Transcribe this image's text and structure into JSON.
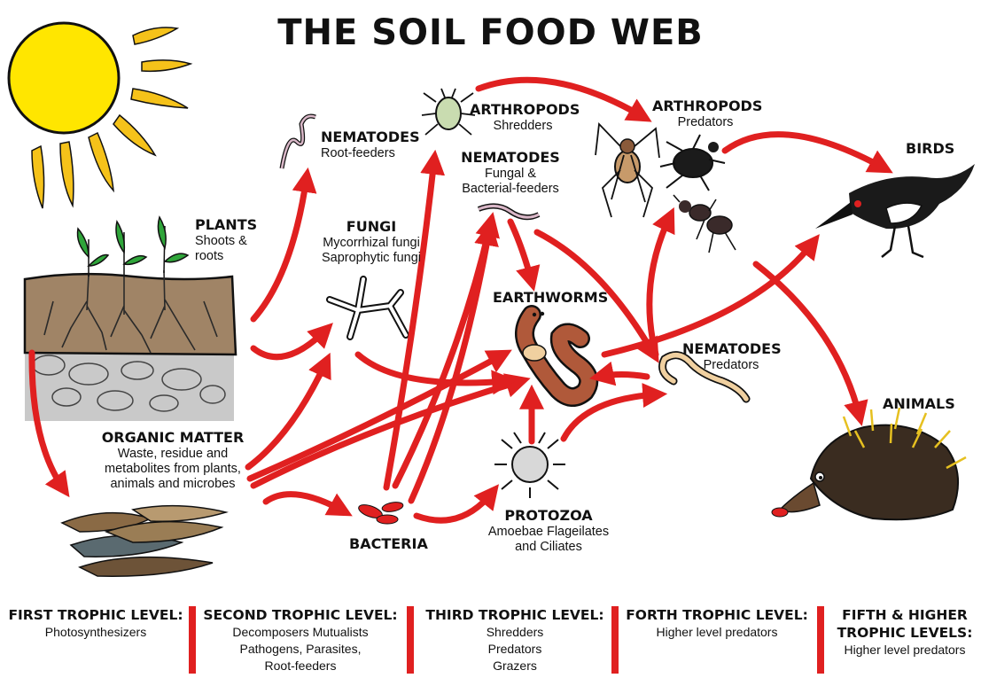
{
  "title": "THE SOIL FOOD WEB",
  "nodes": {
    "plants": {
      "name": "PLANTS",
      "desc": [
        "Shoots &",
        "roots"
      ]
    },
    "organic_matter": {
      "name": "ORGANIC MATTER",
      "desc": [
        "Waste, residue and",
        "metabolites from plants,",
        "animals and microbes"
      ]
    },
    "nematodes_root": {
      "name": "NEMATODES",
      "desc": [
        "Root-feeders"
      ]
    },
    "fungi": {
      "name": "FUNGI",
      "desc": [
        "Mycorrhizal fungi",
        "Saprophytic fungi"
      ]
    },
    "bacteria": {
      "name": "BACTERIA"
    },
    "arthropods_shredders": {
      "name": "ARTHROPODS",
      "desc": [
        "Shredders"
      ]
    },
    "nematodes_fungal": {
      "name": "NEMATODES",
      "desc": [
        "Fungal &",
        "Bacterial-feeders"
      ]
    },
    "earthworms": {
      "name": "EARTHWORMS"
    },
    "protozoa": {
      "name": "PROTOZOA",
      "desc": [
        "Amoebae Flageilates",
        "and Ciliates"
      ]
    },
    "arthropods_predators": {
      "name": "ARTHROPODS",
      "desc": [
        "Predators"
      ]
    },
    "nematodes_predators": {
      "name": "NEMATODES",
      "desc": [
        "Predators"
      ]
    },
    "birds": {
      "name": "BIRDS"
    },
    "animals": {
      "name": "ANIMALS"
    }
  },
  "trophic_levels": [
    {
      "name": "FIRST TROPHIC LEVEL:",
      "lines": [
        "Photosynthesizers"
      ]
    },
    {
      "name": "SECOND TROPHIC LEVEL:",
      "lines": [
        "Decomposers Mutualists",
        "Pathogens, Parasites,",
        "Root-feeders"
      ]
    },
    {
      "name": "THIRD TROPHIC LEVEL:",
      "lines": [
        "Shredders",
        "Predators",
        "Grazers"
      ]
    },
    {
      "name": "FORTH TROPHIC LEVEL:",
      "lines": [
        "Higher level predators"
      ]
    },
    {
      "name": "FIFTH & HIGHER",
      "name2": "TROPHIC LEVELS:",
      "lines": [
        "Higher level predators"
      ]
    }
  ],
  "colors": {
    "arrow": "#e02020",
    "sun": "#ffe600",
    "sun_ray": "#f2c010",
    "soil": "#a08466",
    "text": "#111111"
  }
}
